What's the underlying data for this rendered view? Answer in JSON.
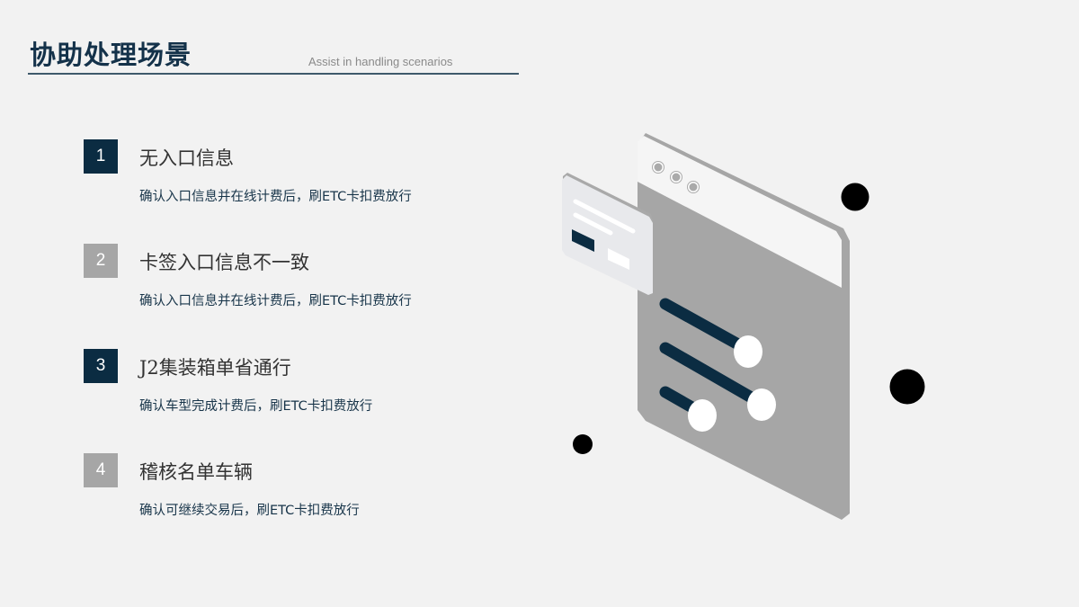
{
  "header": {
    "title": "协助处理场景",
    "subtitle": "Assist in handling scenarios"
  },
  "items": [
    {
      "number": "1",
      "title": "无入口信息",
      "description": "确认入口信息并在线计费后，刷ETC卡扣费放行"
    },
    {
      "number": "2",
      "title": "卡签入口信息不一致",
      "description": "确认入口信息并在线计费后，刷ETC卡扣费放行"
    },
    {
      "number": "3",
      "title": "J2集装箱单省通行",
      "description": "确认车型完成计费后，刷ETC卡扣费放行"
    },
    {
      "number": "4",
      "title": "稽核名单车辆",
      "description": "确认可继续交易后，刷ETC卡扣费放行"
    }
  ],
  "colors": {
    "accent": "#0b2c42",
    "muted": "#a6a6a6",
    "background": "#f2f2f2"
  }
}
